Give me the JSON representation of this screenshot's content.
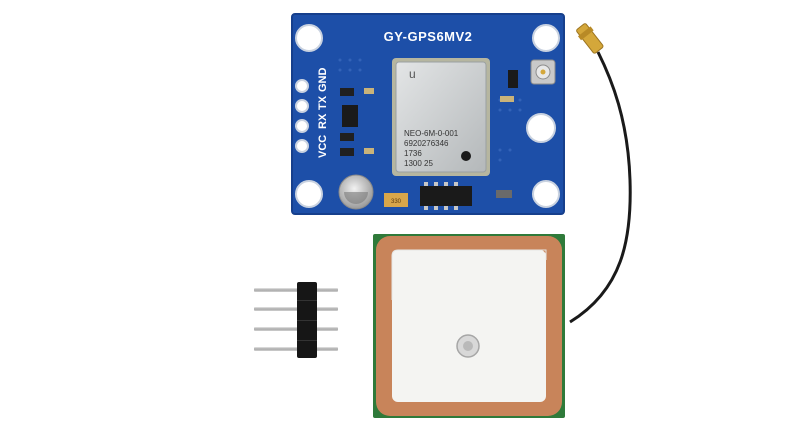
{
  "board": {
    "silkscreen_title": "GY-GPS6MV2",
    "pin_labels": [
      "VCC",
      "RX",
      "TX",
      "GND"
    ],
    "module_lines": [
      "NEO-6M-0-001",
      "6920276346",
      "1736",
      "1300 25"
    ],
    "module_logo": "u",
    "cap_marking": "330"
  },
  "colors": {
    "pcb_blue": "#1d4fa8",
    "pcb_edge": "#163f8c",
    "shield_silver": "#c8ccce",
    "antenna_copper": "#c8845a",
    "antenna_ceramic": "#f4f4f2",
    "antenna_pcb_green": "#2f7a3a",
    "cable_black": "#1a1a1a",
    "connector_gold": "#d4a73a"
  }
}
